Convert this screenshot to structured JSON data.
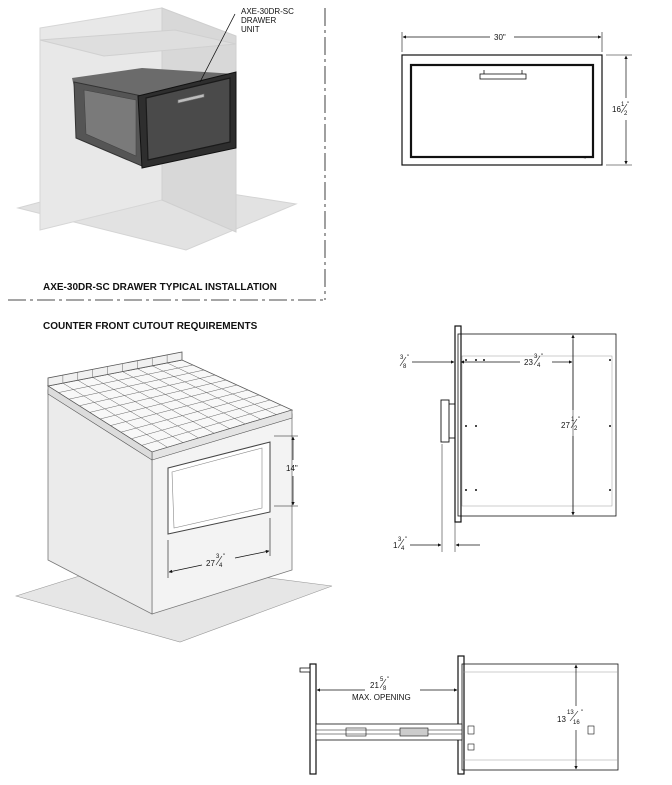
{
  "installation": {
    "callout_line1": "AXE-30DR-SC",
    "callout_line2": "DRAWER",
    "callout_line3": "UNIT",
    "caption": "AXE-30DR-SC DRAWER TYPICAL INSTALLATION"
  },
  "front_view": {
    "width_label": "30\"",
    "height_whole": "16",
    "height_num": "1",
    "height_den": "2",
    "inch": "\""
  },
  "cutout": {
    "title": "COUNTER FRONT CUTOUT REQUIREMENTS",
    "height_label": "14\"",
    "width_whole": "27",
    "width_num": "3",
    "width_den": "4",
    "inch": "\""
  },
  "side_view": {
    "front_whole": "",
    "front_num": "3",
    "front_den": "8",
    "depth_whole": "23",
    "depth_num": "3",
    "depth_den": "4",
    "height_whole": "27",
    "height_num": "1",
    "height_den": "2",
    "bezel_whole": "1",
    "bezel_num": "3",
    "bezel_den": "4",
    "inch": "\""
  },
  "open_view": {
    "opening_whole": "21",
    "opening_num": "5",
    "opening_den": "8",
    "opening_label": "MAX. OPENING",
    "height_whole": "13",
    "height_num": "13",
    "height_den": "16",
    "inch": "\""
  }
}
